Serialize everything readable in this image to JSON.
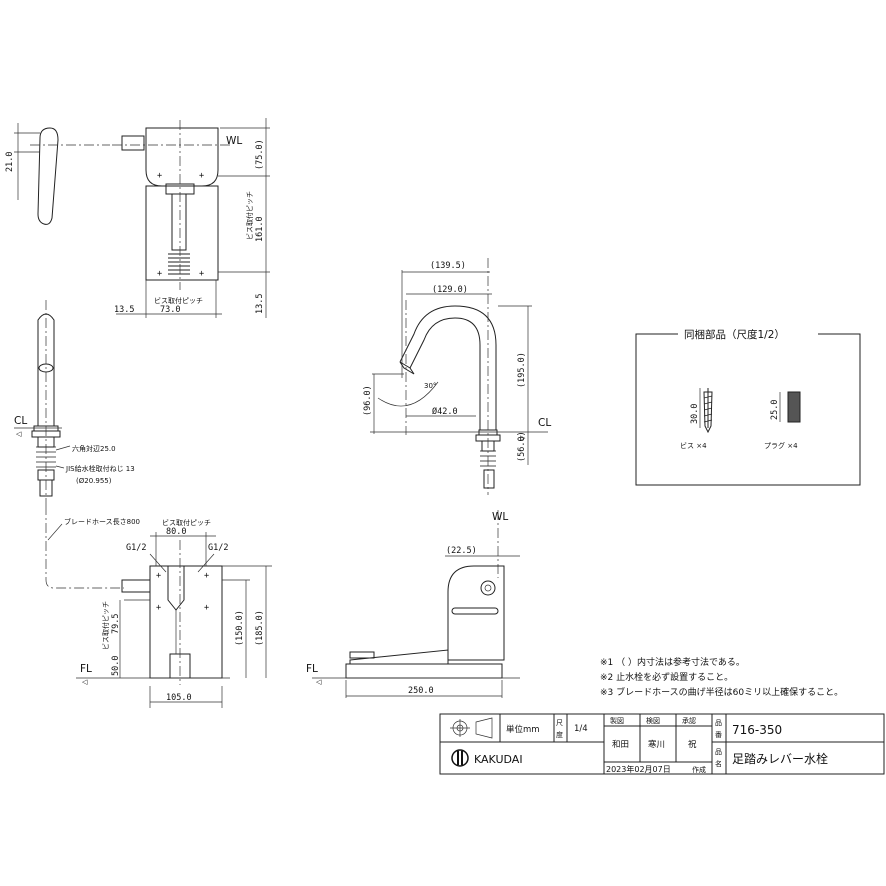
{
  "labels": {
    "wl": "WL",
    "cl": "CL",
    "fl": "FL",
    "screw_pitch": "ビス取付ピッチ",
    "hex_size": "六角対辺25.0",
    "jis_thread": "JIS給水栓取付ねじ 13",
    "thread_dia": "(Ø20.955)",
    "braided_hose": "ブレードホース長さ800",
    "g_half_left": "G1/2",
    "g_half_right": "G1/2",
    "angle": "30°"
  },
  "dims": {
    "d21_0": "21.0",
    "d75_0": "(75.0)",
    "d161_0": "161.0",
    "d13_5_a": "13.5",
    "d13_5_b": "13.5",
    "d73_0": "73.0",
    "d139_5": "(139.5)",
    "d129_0": "(129.0)",
    "d195_0": "(195.0)",
    "d56_0": "(56.0)",
    "d96_0": "(96.0)",
    "d42_dia": "Ø42.0",
    "d80_0": "80.0",
    "d22_5": "(22.5)",
    "d150_0": "(150.0)",
    "d185_0": "(185.0)",
    "d79_5": "79.5",
    "d50_0": "50.0",
    "d105_0": "105.0",
    "d250_0": "250.0"
  },
  "accessories": {
    "title": "同梱部品（尺度1/2）",
    "screw_len": "30.0",
    "screw_label": "ビス ×4",
    "plug_len": "25.0",
    "plug_label": "プラグ ×4"
  },
  "notes": [
    "※1 （ ）内寸法は参考寸法である。",
    "※2 止水栓を必ず設置すること。",
    "※3 ブレードホースの曲げ半径は60ミリ以上確保すること。"
  ],
  "title_block": {
    "unit": "単位mm",
    "scale_label_1": "尺",
    "scale_label_2": "度",
    "scale": "1/4",
    "roles": [
      "製図",
      "検図",
      "承認"
    ],
    "names": [
      "和田",
      "寒川",
      "祝"
    ],
    "date": "2023年02月07日",
    "made_label": "作成",
    "no_label_1": "品",
    "no_label_2": "番",
    "name_label_1": "品",
    "name_label_2": "名",
    "product_no": "716-350",
    "product_name": "足踏みレバー水栓",
    "logo_text": "KAKUDAI"
  }
}
